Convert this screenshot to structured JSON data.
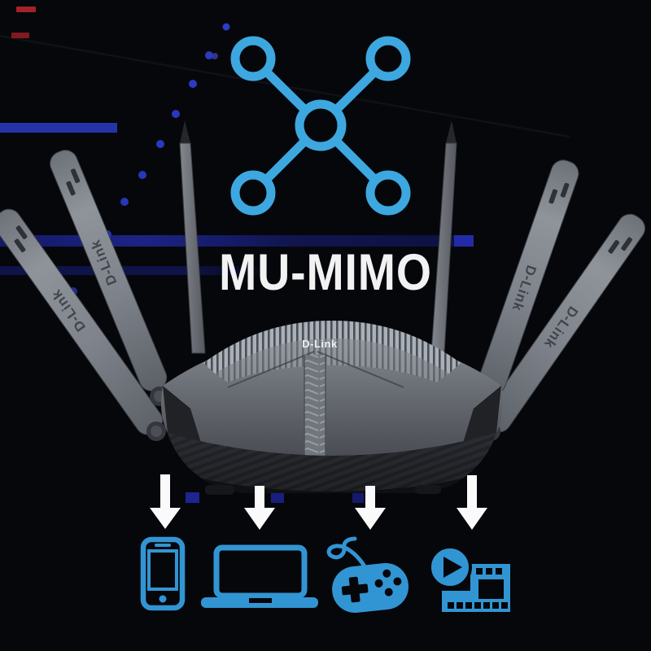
{
  "title": {
    "text": "MU-MIMO"
  },
  "brand": {
    "router_logo": "D-Link",
    "antenna_logo": "D-Link"
  },
  "network_icon": {
    "name": "mu-mimo-network-icon",
    "nodes": 5,
    "color": "#3da7e0"
  },
  "router": {
    "name": "d-link-exo-router",
    "antenna_count": 6,
    "body_color": "#6a6e75"
  },
  "arrows": {
    "count": 4,
    "color": "#fafafa"
  },
  "devices": [
    {
      "name": "smartphone-icon",
      "label": "smartphone"
    },
    {
      "name": "laptop-icon",
      "label": "laptop"
    },
    {
      "name": "game-controller-icon",
      "label": "game controller"
    },
    {
      "name": "media-streaming-icon",
      "label": "media streaming"
    }
  ],
  "decor": {
    "background": "#06070b",
    "device_icon_blue": "#3295d3",
    "dot_blue": "#2b3ac2",
    "bar_blue": "#2633a8",
    "band_navy": "#131a66",
    "red_accent": "#a32227",
    "text_white": "#f2f2f2"
  }
}
